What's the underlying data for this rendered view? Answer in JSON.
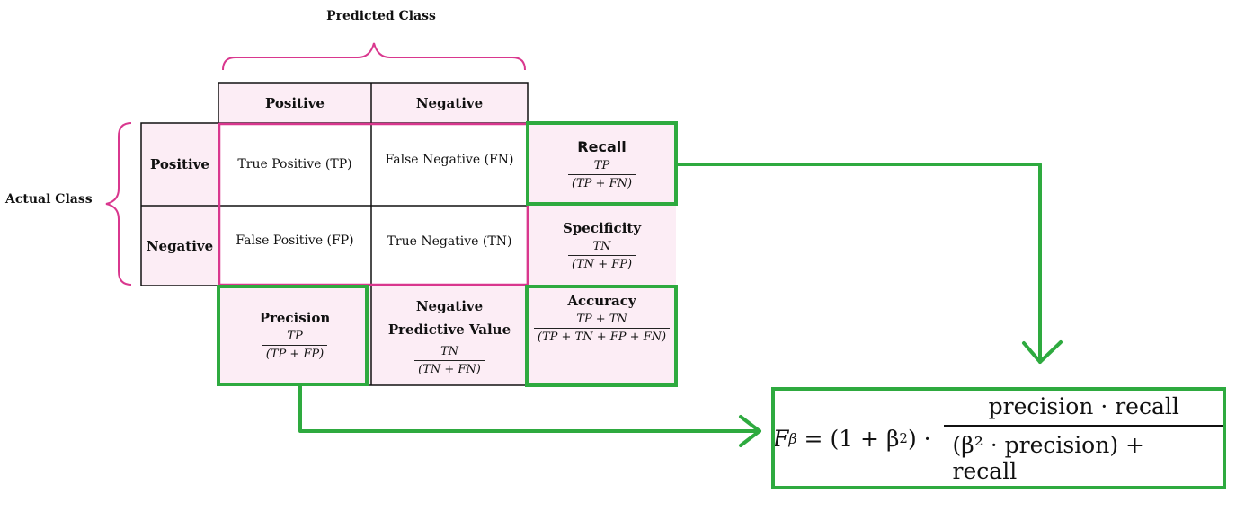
{
  "labels": {
    "predicted_class": "Predicted Class",
    "actual_class": "Actual Class"
  },
  "columns": {
    "positive": "Positive",
    "negative": "Negative"
  },
  "rows": {
    "positive": "Positive",
    "negative": "Negative"
  },
  "cells": {
    "tp": "True Positive (TP)",
    "fn": "False Negative (FN)",
    "fp": "False Positive (FP)",
    "tn": "True Negative (TN)"
  },
  "metrics": {
    "recall": {
      "title": "Recall",
      "num": "TP",
      "den": "(TP + FN)"
    },
    "specificity": {
      "title": "Specificity",
      "num": "TN",
      "den": "(TN + FP)"
    },
    "precision": {
      "title": "Precision",
      "num": "TP",
      "den": "(TP + FP)"
    },
    "npv": {
      "title": "Negative Predictive Value",
      "num": "TN",
      "den": "(TN + FN)"
    },
    "accuracy": {
      "title": "Accuracy",
      "num": "TP + TN",
      "den": "(TP + TN + FP + FN)"
    }
  },
  "formula": {
    "lhs": "F",
    "sub": "β",
    "eq_prefix": " = (1 + β",
    "eq_exp": "2",
    "eq_suffix": ") · ",
    "numerator": "precision · recall",
    "denominator": "(β² · precision) + recall"
  },
  "colors": {
    "pink": "#d9378e",
    "green": "#2eaa3f",
    "cell_fill": "#fcedf5"
  }
}
